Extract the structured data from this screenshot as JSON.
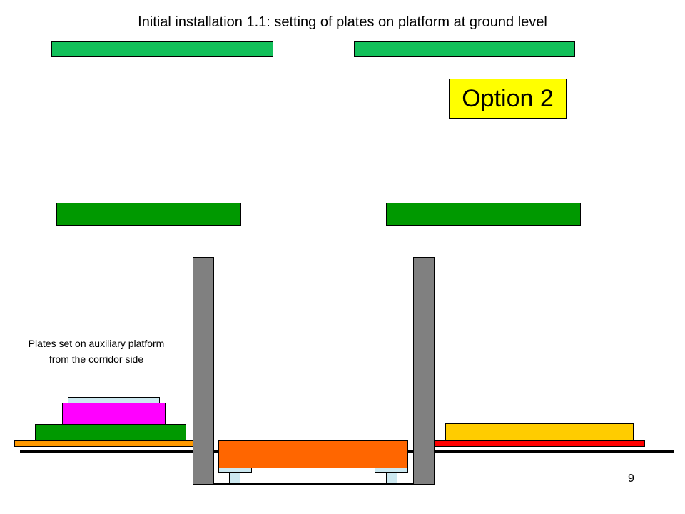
{
  "title": "Initial installation 1.1: setting of plates on platform at ground level",
  "option_label": "Option 2",
  "caption": {
    "line1": "Plates set on auxiliary platform",
    "line2": "from the corridor side"
  },
  "page_number": "9",
  "colors": {
    "upper_plates": "#12c05a",
    "middle_plates": "#009900",
    "option_highlight": "#ffff00",
    "pillars": "#808080",
    "magenta_plate": "#ff00ff",
    "light_blue_plate": "#cce8f0",
    "left_platform": "#ff9900",
    "right_platform": "#ff0000",
    "central_platform": "#ff6600",
    "yellow_plate": "#ffcc00"
  }
}
